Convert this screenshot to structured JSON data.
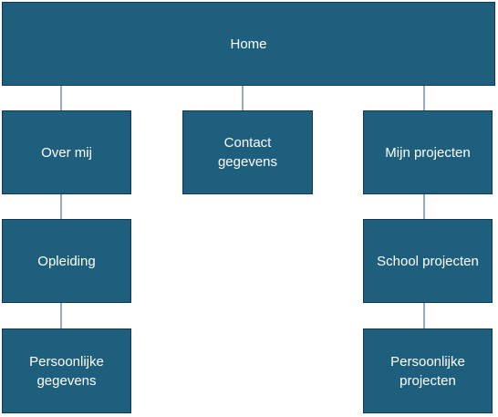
{
  "sitemap": {
    "home": "Home",
    "over_mij": "Over mij",
    "contact_gegevens": "Contact\ngegevens",
    "mijn_projecten": "Mijn projecten",
    "opleiding": "Opleiding",
    "school_projecten": "School projecten",
    "persoonlijke_gegevens": "Persoonlijke\ngegevens",
    "persoonlijke_projecten": "Persoonlijke\nprojecten"
  },
  "colors": {
    "node_fill": "#1f5f7e",
    "node_border": "#0f3b52",
    "text": "#ffffff",
    "connector": "#2a5a78"
  }
}
